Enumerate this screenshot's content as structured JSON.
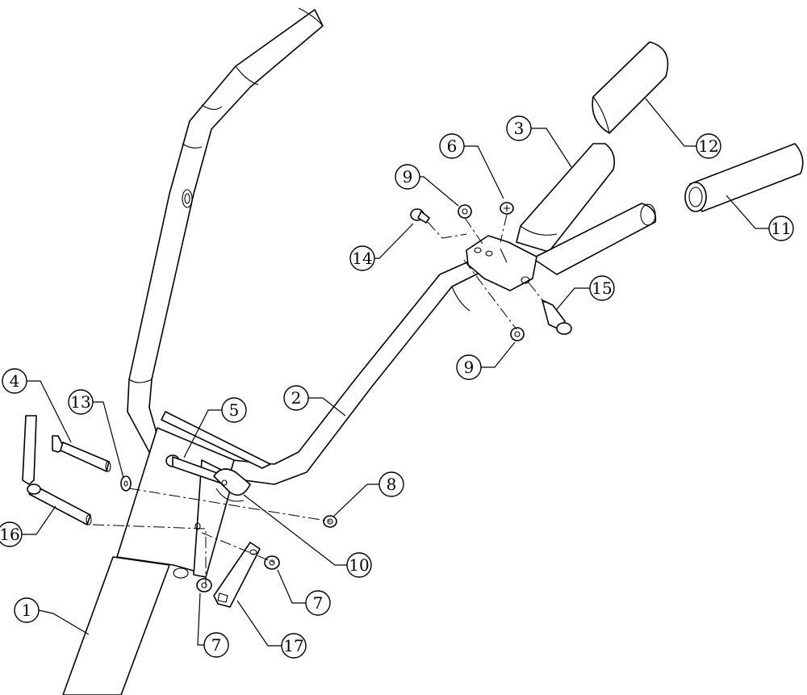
{
  "callouts": {
    "c1": "1",
    "c2": "2",
    "c3": "3",
    "c4": "4",
    "c5": "5",
    "c6": "6",
    "c7a": "7",
    "c7b": "7",
    "c8": "8",
    "c9a": "9",
    "c9b": "9",
    "c10": "10",
    "c11": "11",
    "c12": "12",
    "c13": "13",
    "c14": "14",
    "c15": "15",
    "c16": "16",
    "c17": "17"
  }
}
